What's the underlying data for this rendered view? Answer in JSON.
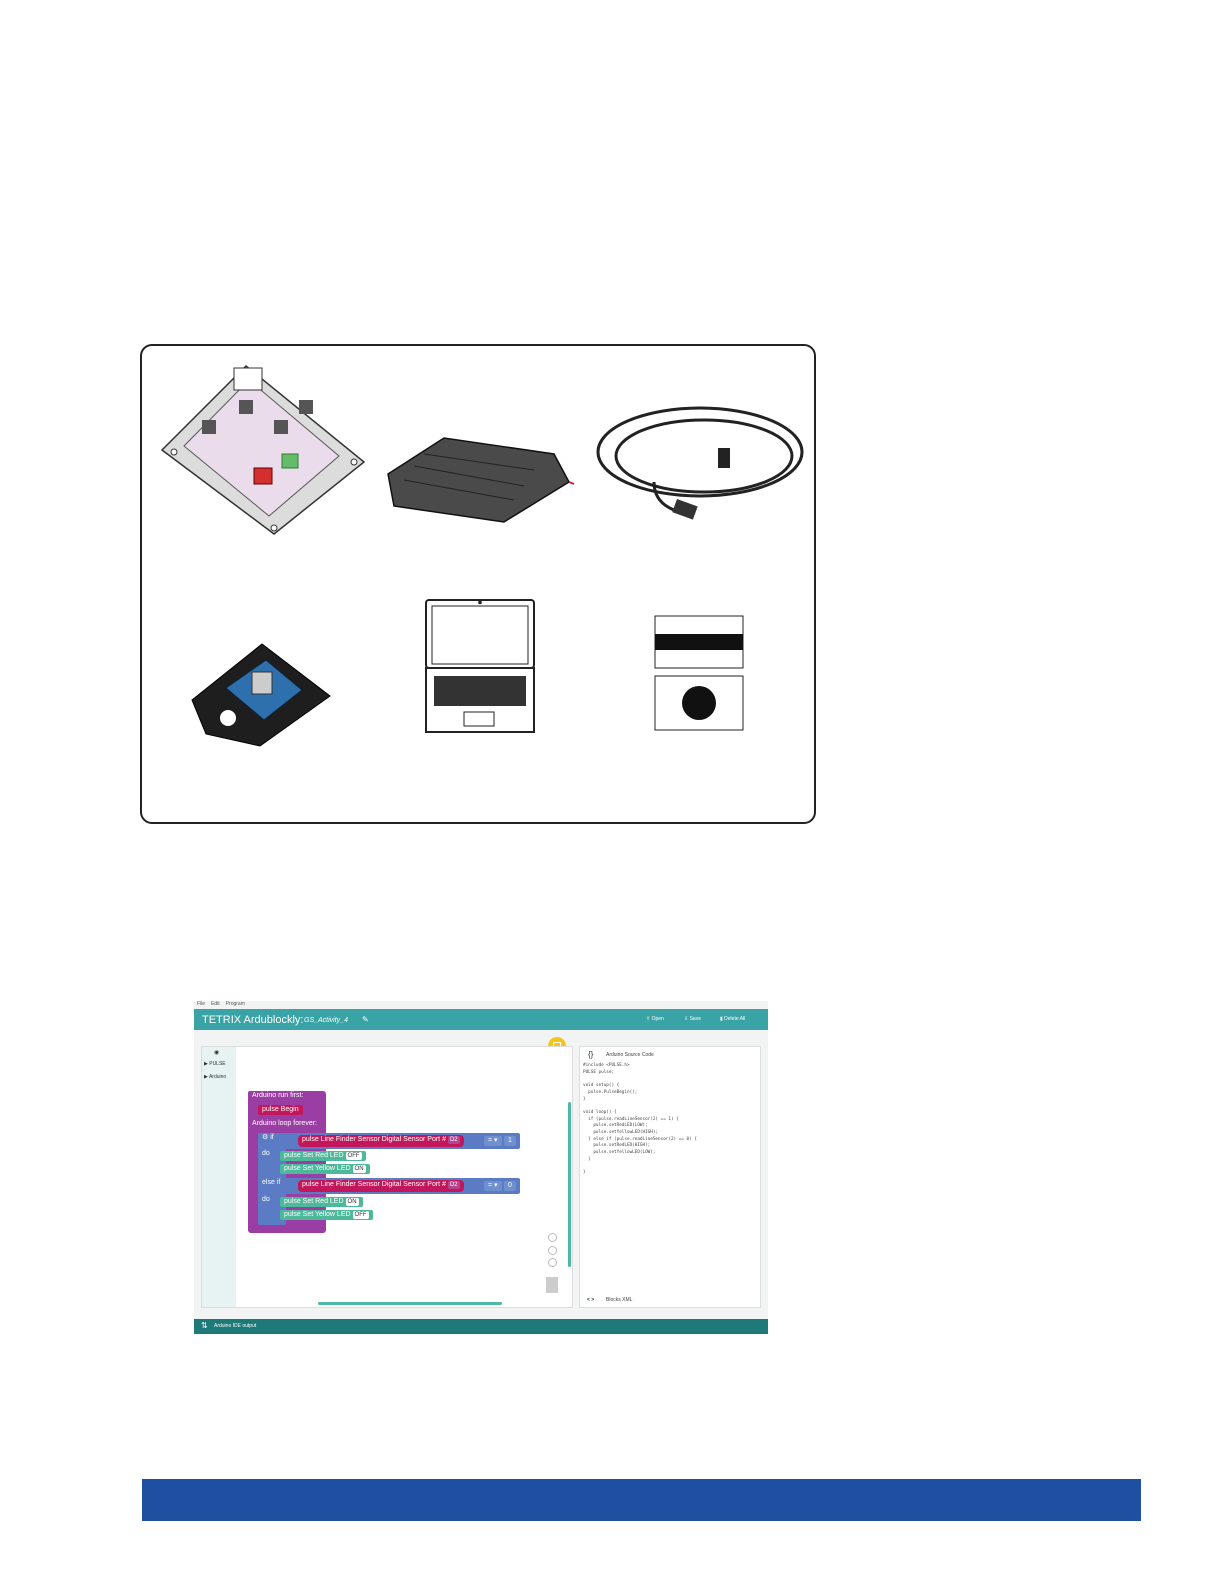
{
  "screenshot": {
    "menu": [
      "File",
      "Edit",
      "Program"
    ],
    "app_title": "TETRIX Ardublockly:",
    "file_name": "GS_Activity_4",
    "toolbar": {
      "open": "Open",
      "save": "Save",
      "delete_all": "Delete All"
    },
    "toolbox": [
      "PULSE",
      "Arduino"
    ],
    "blocks": {
      "run_first": "Arduino run first:",
      "pulse_begin": "pulse Begin",
      "loop_forever": "Arduino loop forever:",
      "if": "if",
      "do": "do",
      "else_if": "else if",
      "line_finder": "pulse Line Finder Sensor  Digital Sensor Port #",
      "port": "D2",
      "op": "=",
      "value1": "1",
      "value0": "0",
      "red_led": "pulse Set Red LED",
      "yellow_led": "pulse Set Yellow LED",
      "off": "OFF",
      "on": "ON"
    },
    "code_panel": {
      "title": "Arduino Source Code",
      "code": "#include <PULSE.h>\nPULSE pulse;\n\nvoid setup() {\n  pulse.PulseBegin();\n}\n\nvoid loop() {\n  if (pulse.readLineSensor(2) == 1) {\n    pulse.setRedLED(LOW);\n    pulse.setYellowLED(HIGH);\n  } else if (pulse.readLineSensor(2) == 0) {\n    pulse.setRedLED(HIGH);\n    pulse.setYellowLED(LOW);\n  }\n\n}",
      "blocks_xml": "Blocks XML"
    },
    "bottom_bar": "Arduino IDE output"
  },
  "colors": {
    "app_bar": "#3aa3a5",
    "footer": "#1f4fa0"
  }
}
